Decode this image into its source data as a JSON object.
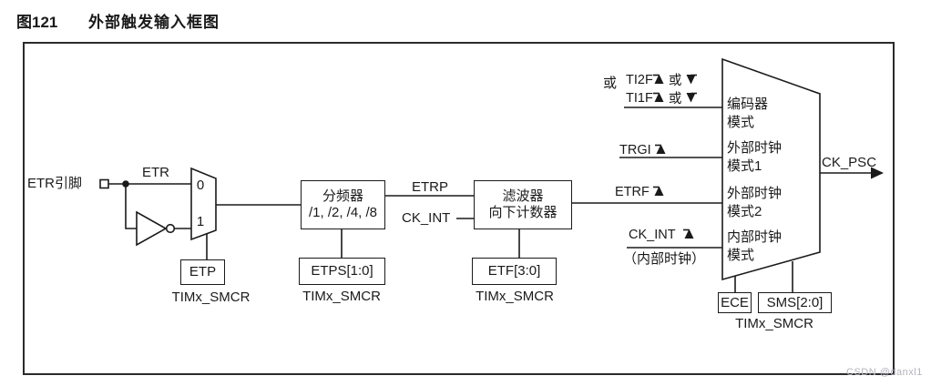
{
  "title": {
    "figure_no": "图121",
    "caption": "外部触发输入框图"
  },
  "watermark": "CSDN @danxl1",
  "labels": {
    "etr_pin": "ETR引脚",
    "etr": "ETR",
    "mux_in_0": "0",
    "mux_in_1": "1",
    "etp": "ETP",
    "timx_smcr": "TIMx_SMCR",
    "divider_title": "分频器",
    "divider_ratios": "/1, /2, /4, /8",
    "etrp": "ETRP",
    "ck_int": "CK_INT",
    "filter_title": "滤波器",
    "filter_subtitle": "向下计数器",
    "etps": "ETPS[1:0]",
    "etf": "ETF[3:0]",
    "or": "或",
    "ti2f": "TI2F",
    "ti1f": "TI1F",
    "trgi": "TRGI",
    "etrf": "ETRF",
    "internal_clock_note": "（内部时钟）",
    "mode_encoder_1": "编码器",
    "mode_encoder_2": "模式",
    "mode_ext1_1": "外部时钟",
    "mode_ext1_2": "模式1",
    "mode_ext2_1": "外部时钟",
    "mode_ext2_2": "模式2",
    "mode_internal_1": "内部时钟",
    "mode_internal_2": "模式",
    "ck_psc": "CK_PSC",
    "ece": "ECE",
    "sms": "SMS[2:0]"
  },
  "colors": {
    "ink": "#1a1a1a",
    "background": "#ffffff",
    "watermark": "#b4b4be"
  }
}
